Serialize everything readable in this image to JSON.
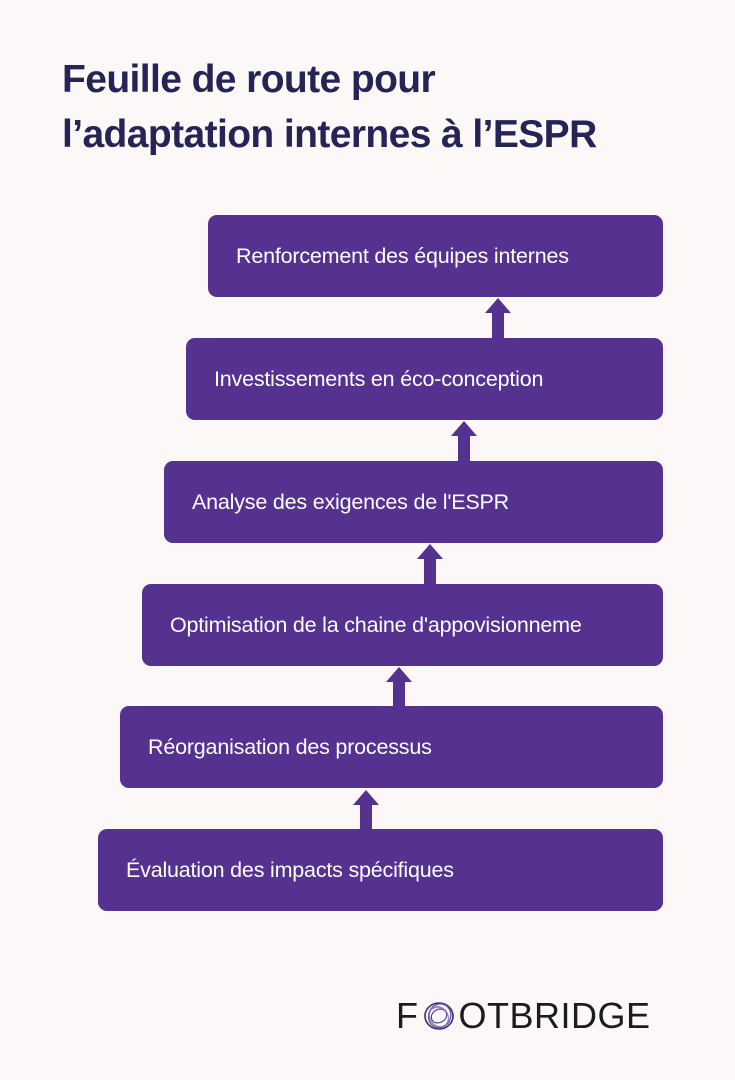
{
  "title": {
    "line1": "Feuille de route pour",
    "line2": "l’adaptation internes à l’ESPR"
  },
  "steps": [
    {
      "label": "Renforcement des équipes internes"
    },
    {
      "label": "Investissements en éco-conception"
    },
    {
      "label": "Analyse des exigences de l'ESPR"
    },
    {
      "label": "Optimisation de la chaine d'appovisionneme"
    },
    {
      "label": "Réorganisation des processus"
    },
    {
      "label": "Évaluation des impacts spécifiques"
    }
  ],
  "logo": {
    "prefix": "F",
    "suffix": "OTBRIDGE",
    "mark_icon": "swirl-o-icon"
  },
  "colors": {
    "background": "#fcf8f7",
    "title": "#252454",
    "box": "#553190",
    "box_text": "#ffffff",
    "arrow": "#553190"
  }
}
